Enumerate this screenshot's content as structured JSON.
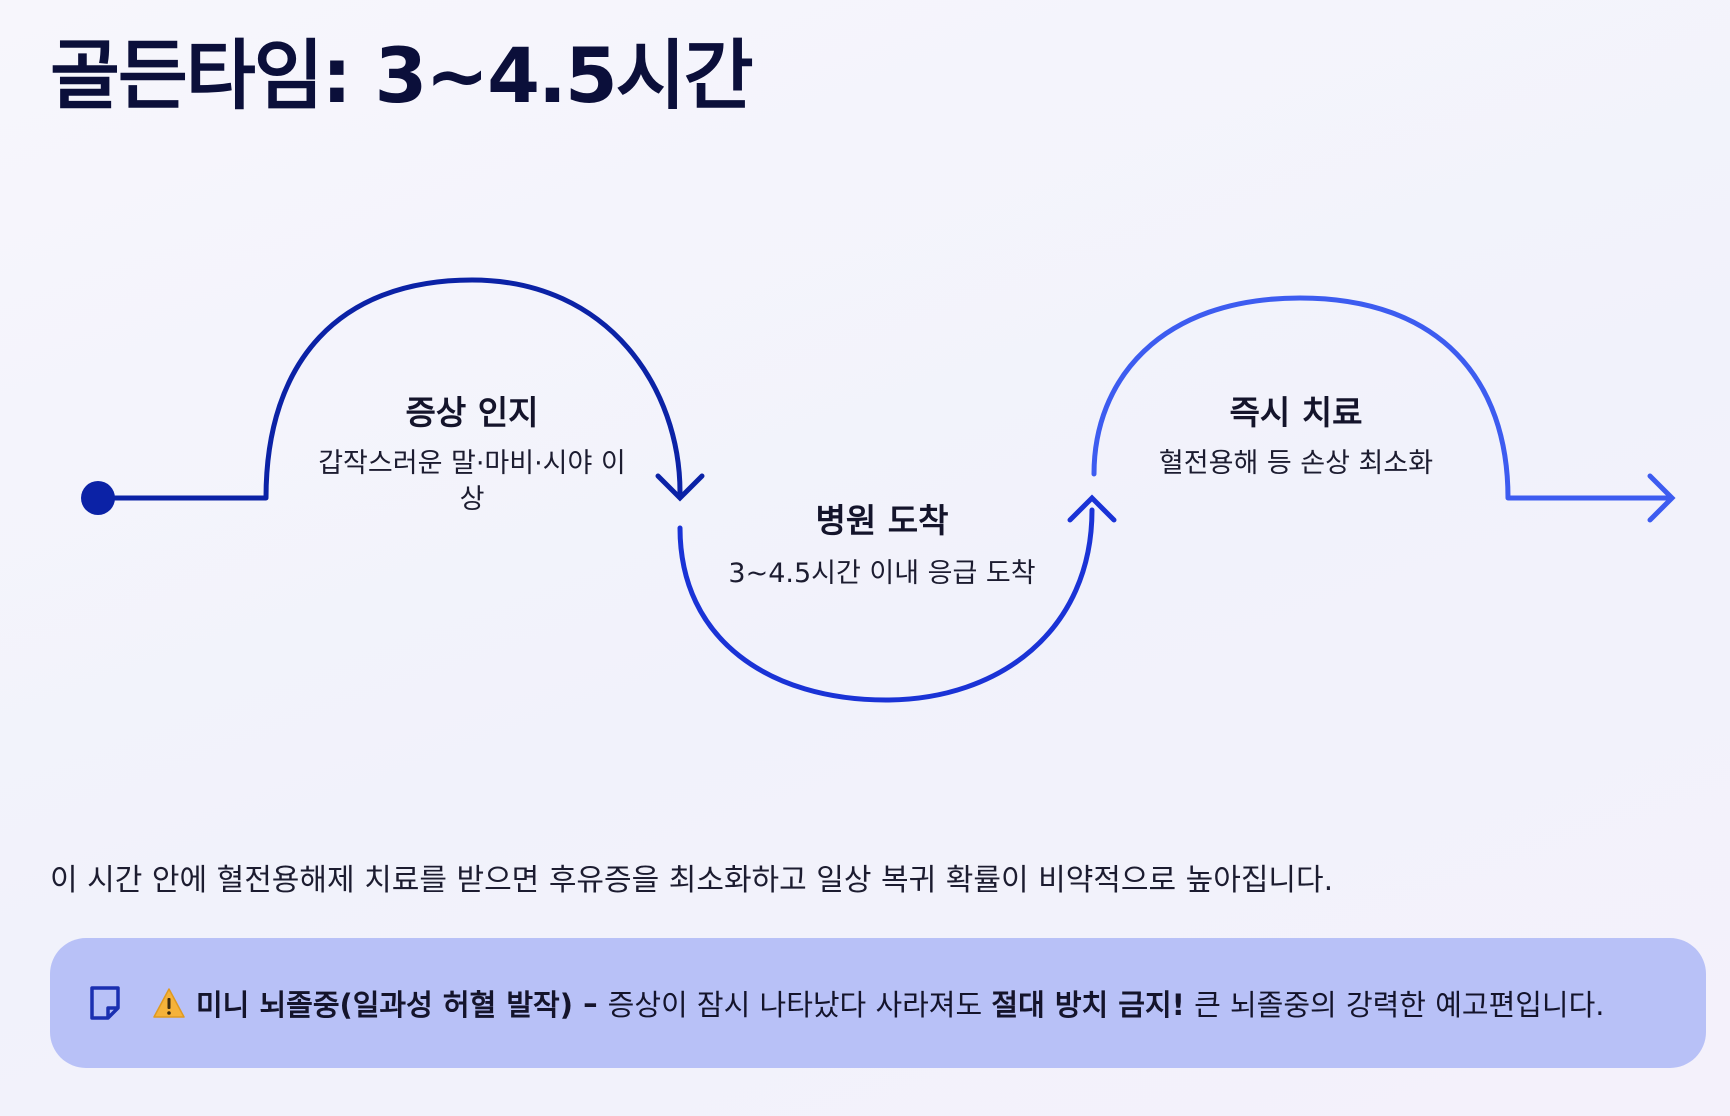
{
  "title": "골든타임: 3~4.5시간",
  "steps": [
    {
      "title": "증상 인지",
      "desc_lines": [
        "갑작스러운 말·마비·시야 이",
        "상"
      ]
    },
    {
      "title": "병원 도착",
      "desc_lines": [
        "3~4.5시간 이내 응급 도착"
      ]
    },
    {
      "title": "즉시 치료",
      "desc_lines": [
        "혈전용해 등 손상 최소화"
      ]
    }
  ],
  "body": "이 시간 안에 혈전용해제 치료를 받으면 후유증을 최소화하고 일상 복귀 확률이 비약적으로 높아집니다.",
  "callout": {
    "icons": [
      "sticky-note-icon",
      "warning-icon"
    ],
    "lead": "미니 뇌졸중(일과성 허혈 발작)",
    "dash": " – ",
    "text1": "증상이 잠시 나타났다 사라져도 ",
    "strong": "절대 방치 금지!",
    "text2": " 큰 뇌졸중의 강력한 예고편입니다."
  },
  "colors": {
    "path_dark": "#0b22a6",
    "path_mid": "#1a33d6",
    "path_light": "#3d5cf0",
    "callout_bg": "#b8c1f7",
    "warning": "#f5b23a"
  }
}
